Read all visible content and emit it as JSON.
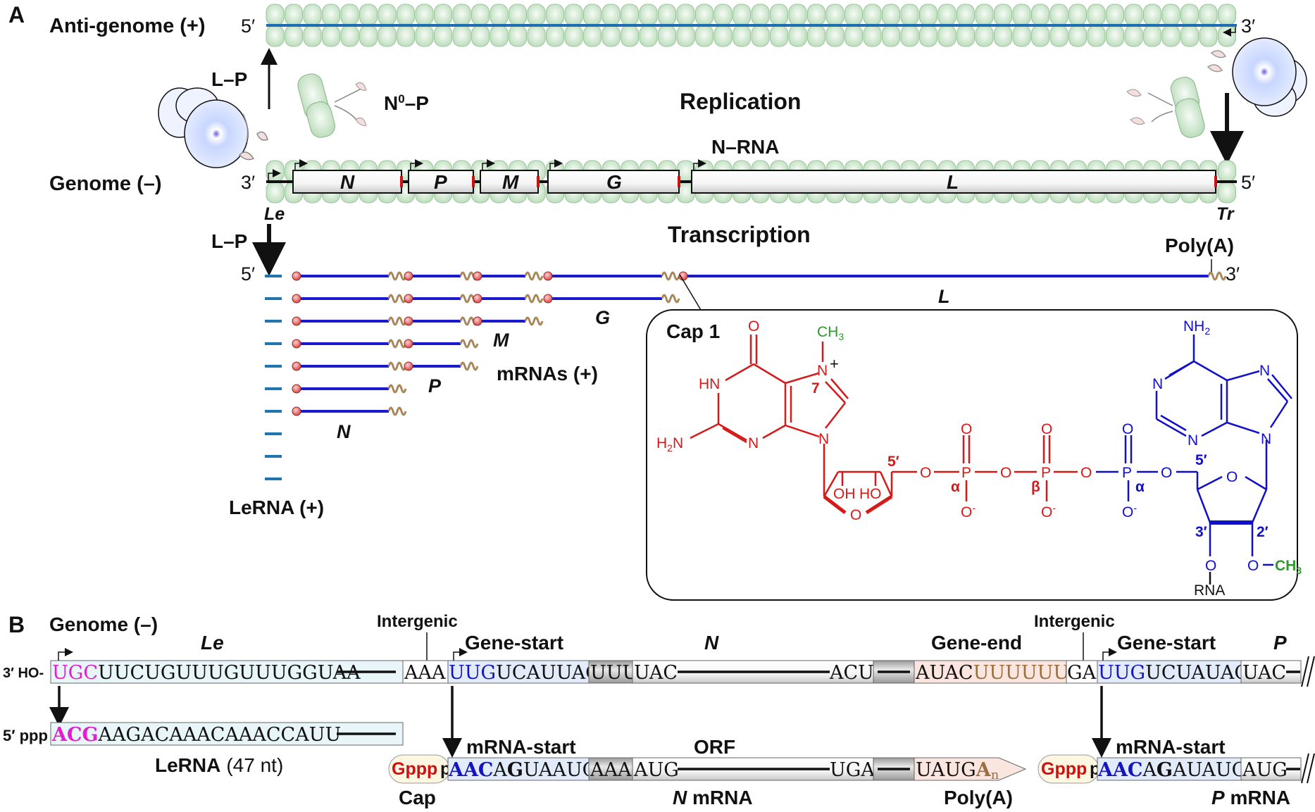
{
  "panel_a": {
    "panel_label": "A",
    "antigenome_label": "Anti-genome (+)",
    "genome_label": "Genome (–)",
    "five_prime": "5′",
    "three_prime": "3′",
    "lp_label": "L–P",
    "n0p_label_main": "N",
    "n0p_label_sup": "0",
    "n0p_label_tail": "–P",
    "replication_label": "Replication",
    "nrna_label": "N–RNA",
    "transcription_label": "Transcription",
    "le_label": "Le",
    "tr_label": "Tr",
    "polya_label": "Poly(A)",
    "genes": [
      "N",
      "P",
      "M",
      "G",
      "L"
    ],
    "mrnas_label": "mRNAs (+)",
    "lerna_label": "LeRNA (+)",
    "mrna_gene_labels": [
      "N",
      "P",
      "M",
      "G",
      "L"
    ],
    "cap_box": {
      "title": "Cap 1",
      "o": "O",
      "ch3": "CH",
      "ch3_sub": "3",
      "nplus": "N",
      "plus": "+",
      "seven": "7",
      "hn": "HN",
      "n": "N",
      "h2n_h": "H",
      "h2n_sub": "2",
      "h2n_n": "N",
      "oh": "OH",
      "ho": "HO",
      "five_prime": "5′",
      "p": "P",
      "alpha": "α",
      "beta": "β",
      "ominus": "O",
      "minus": "-",
      "nh2_n": "NH",
      "nh2_sub": "2",
      "three_prime": "3′",
      "two_prime": "2′",
      "ome_ch3": "CH",
      "rna": "RNA"
    },
    "colors": {
      "cap_guanosine": "#d51a1a",
      "adenosine": "#1010c8",
      "methyl": "#2d9a2d",
      "mrna_line": "#1a1acc",
      "lerna_dash": "#1f73b0",
      "polya_tail": "#a8865a",
      "cap_dot": "#f08080",
      "nucleoprotein": "#d4ecd4"
    }
  },
  "panel_b": {
    "panel_label": "B",
    "genome_label": "Genome (–)",
    "ho_prefix": "3′ HO-",
    "le_label": "Le",
    "le_seq_colored": "UGC",
    "le_seq_rest": "UUCUGUUUGUUUGGUAA",
    "intergenic_label": "Intergenic",
    "intergenic1_seq": "AAA",
    "gene_start_label": "Gene-start",
    "gs1_colored": "UUG",
    "gs1_rest": "UCAUUAG",
    "utr1": "UUU",
    "n_start": "UAC",
    "n_label": "N",
    "n_end": "ACU",
    "gene_end_label": "Gene-end",
    "ge_a": "AUAC",
    "ge_u": "UUUUUUU",
    "intergenic2_seq": "GA",
    "gs2_colored": "UUG",
    "gs2_rest": "UCUAUAG",
    "p_start": "UAC",
    "p_label": "P",
    "lerna_prefix": "5′ ppp",
    "lerna_colored": "ACG",
    "lerna_rest": "AAGACAAACAAACCAUU",
    "lerna_label": "LeRNA",
    "lerna_len": "(47 nt)",
    "mrna_start_label": "mRNA-start",
    "orf_label": "ORF",
    "cap_g": "G",
    "cap_ppp": "ppp",
    "nmrna_aac": "AAC",
    "nmrna_a": "A",
    "nmrna_g": "G",
    "nmrna_rest": "UAAUC",
    "nmrna_utr": "AAA",
    "nmrna_aug": "AUG",
    "nmrna_uga": "UGA",
    "nmrna_tail": "UAUG",
    "nmrna_an": "A",
    "nmrna_an_sub": "n",
    "cap_label": "Cap",
    "nmrna_label_it": "N",
    "nmrna_label": " mRNA",
    "polya_label": "Poly(A)",
    "pmrna_aac": "AAC",
    "pmrna_a": "A",
    "pmrna_g": "G",
    "pmrna_rest": "AUAUC",
    "pmrna_aug": "AUG",
    "pmrna_label_it": "P",
    "pmrna_label": " mRNA",
    "colors": {
      "leader_magenta": "#e020d0",
      "gene_start_blue": "#1515c0",
      "gene_end_brown": "#9a7040",
      "cap_red": "#d01010",
      "leader_bg": "#e8f6fa",
      "gs_bg": "#e2ebfa",
      "ge_bg": "#fbe6df",
      "utr_grey": "#c8c8c8"
    }
  }
}
